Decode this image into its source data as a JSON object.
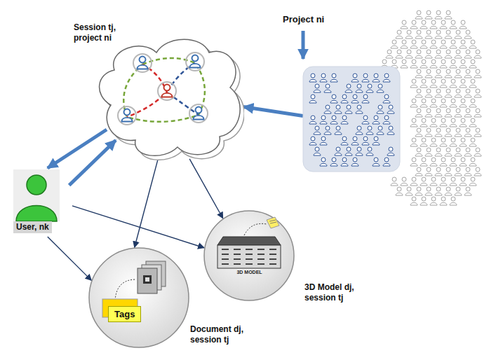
{
  "diagram": {
    "nodes": [
      {
        "text": [
          "Session tj, project ni"
        ]
      },
      {
        "text": [
          "Project ni"
        ]
      },
      {
        "text": [
          "User, nk"
        ]
      },
      {
        "text": [
          "3D MODEL",
          "3D Model dj, session tj"
        ]
      },
      {
        "text": [
          "Tags",
          "Document dj, session tj"
        ]
      }
    ],
    "edges": [
      {
        "from": 1,
        "to": 0,
        "arrow": "to"
      },
      {
        "from": 0,
        "to": 2,
        "arrow": "to"
      },
      {
        "from": 2,
        "to": 0,
        "arrow": "to"
      },
      {
        "from": 0,
        "to": 3,
        "arrow": "to"
      },
      {
        "from": 0,
        "to": 4,
        "arrow": "to"
      },
      {
        "from": 2,
        "to": 3,
        "arrow": "to"
      },
      {
        "from": 2,
        "to": 4,
        "arrow": "to"
      }
    ]
  }
}
